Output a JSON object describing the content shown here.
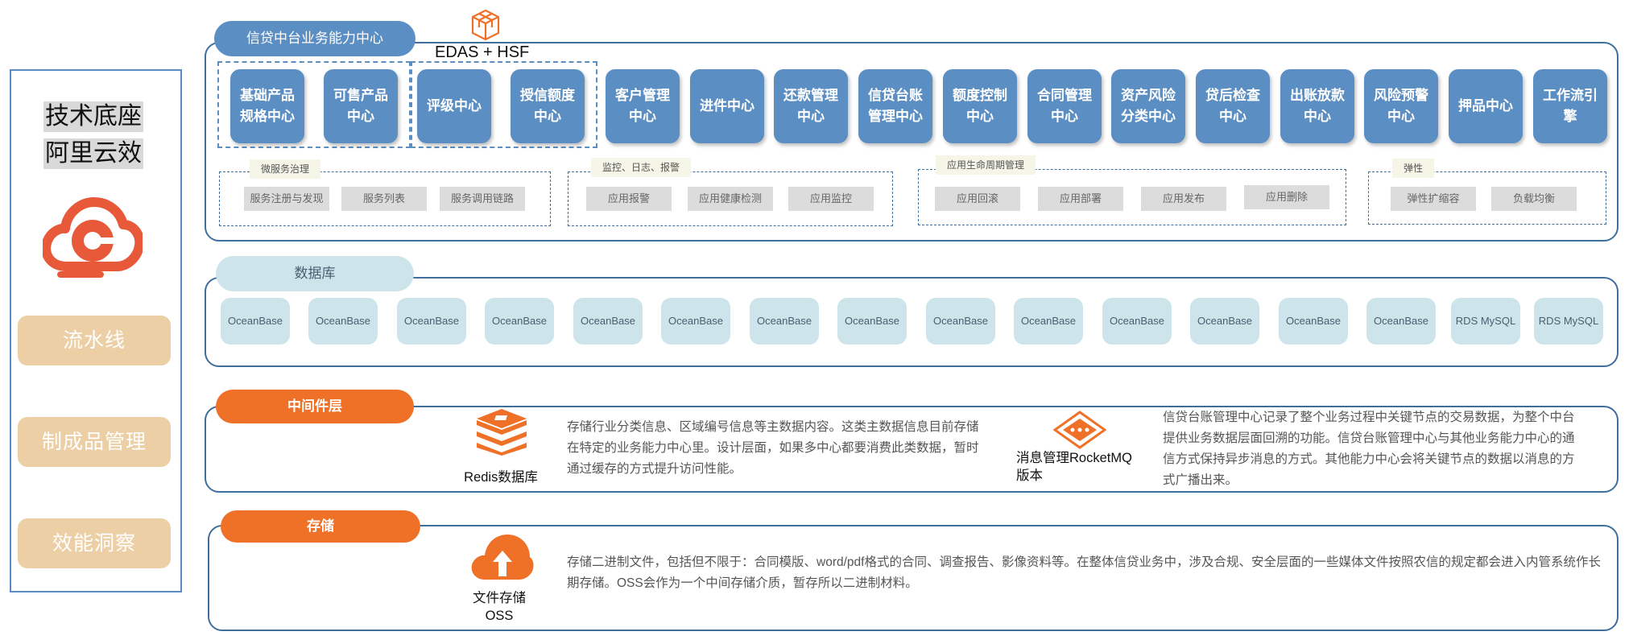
{
  "sidebar": {
    "title_line1": "技术底座",
    "title_line2": "阿里云效",
    "logo_icon": "aliyun-yunxiao-logo",
    "buttons": [
      "流水线",
      "制成品管理",
      "效能洞察"
    ],
    "accent": "#eccfa5"
  },
  "business": {
    "tab": "信贷中台业务能力中心",
    "platform_icon": "cube-icon",
    "platform": "EDAS + HSF",
    "centers": [
      "基础产品规格中心",
      "可售产品中心",
      "评级中心",
      "授信额度中心",
      "客户管理中心",
      "进件中心",
      "还款管理中心",
      "信贷台账管理中心",
      "额度控制中心",
      "合同管理中心",
      "资产风险分类中心",
      "贷后检查中心",
      "出账放款中心",
      "风险预警中心",
      "押品中心",
      "工作流引擎"
    ],
    "governance": [
      {
        "label": "微服务治理",
        "items": [
          "服务注册与发现",
          "服务列表",
          "服务调用链路"
        ]
      },
      {
        "label": "监控、日志、报警",
        "items": [
          "应用报警",
          "应用健康检测",
          "应用监控"
        ]
      },
      {
        "label": "应用生命周期管理",
        "items": [
          "应用回滚",
          "应用部署",
          "应用发布",
          "应用删除"
        ]
      },
      {
        "label": "弹性",
        "items": [
          "弹性扩缩容",
          "负载均衡"
        ]
      }
    ],
    "color": "#5b8ec2"
  },
  "database": {
    "tab": "数据库",
    "items": [
      "OceanBase",
      "OceanBase",
      "OceanBase",
      "OceanBase",
      "OceanBase",
      "OceanBase",
      "OceanBase",
      "OceanBase",
      "OceanBase",
      "OceanBase",
      "OceanBase",
      "OceanBase",
      "OceanBase",
      "OceanBase",
      "RDS MySQL",
      "RDS MySQL"
    ],
    "color": "#cde4eb"
  },
  "middleware": {
    "tab": "中间件层",
    "redis_icon": "redis-icon",
    "redis_label": "Redis数据库",
    "redis_desc": "存储行业分类信息、区域编号信息等主数据内容。这类主数据信息目前存储在特定的业务能力中心里。设计层面，如果多中心都要消费此类数据，暂时通过缓存的方式提升访问性能。",
    "mq_icon": "rocketmq-icon",
    "mq_label_line1": "消息管理RocketMQ",
    "mq_label_line2": "版本",
    "mq_desc": "信贷台账管理中心记录了整个业务过程中关键节点的交易数据，为整个中台提供业务数据层面回溯的功能。信贷台账管理中心与其他业务能力中心的通信方式保持异步消息的方式。其他能力中心会将关键节点的数据以消息的方式广播出来。",
    "color": "#ef7128"
  },
  "storage": {
    "tab": "存储",
    "oss_icon": "cloud-upload-icon",
    "oss_label_line1": "文件存储",
    "oss_label_line2": "OSS",
    "oss_desc": "存储二进制文件，包括但不限于：合同模版、word/pdf格式的合同、调查报告、影像资料等。在整体信贷业务中，涉及合规、安全层面的一些媒体文件按照农信的规定都会进入内管系统作长期存储。OSS会作为一个中间存储介质，暂存所以二进制材料。",
    "color": "#ef7128"
  }
}
